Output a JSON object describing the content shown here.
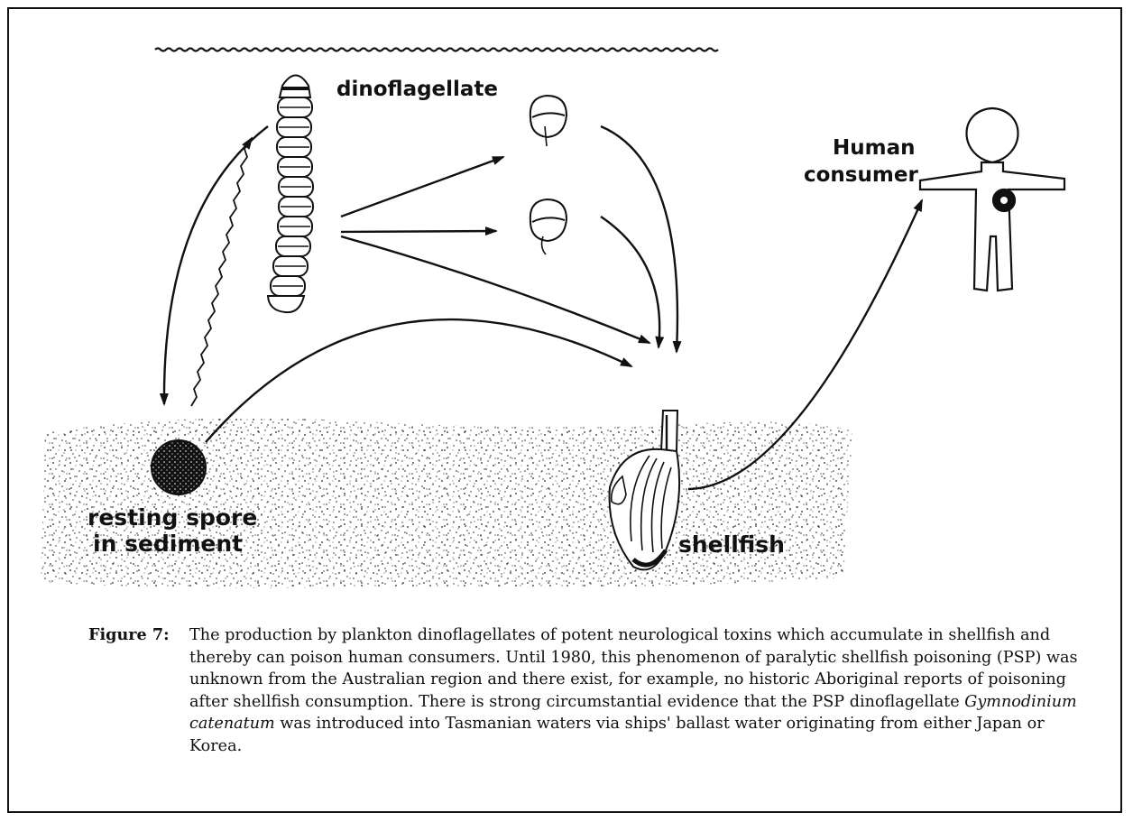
{
  "labels": {
    "dinoflagellate": "dinoflagellate",
    "human_line1": "Human",
    "human_line2": "consumer",
    "spore_line1": "resting spore",
    "spore_line2": "in sediment",
    "shellfish": "shellfish"
  },
  "caption": {
    "figure_label": "Figure 7:",
    "text_before_species": "The production by plankton dinoflagellates of potent neurological toxins which accumulate in shellfish and thereby can poison human consumers. Until 1980, this phenomenon of paralytic shellfish poisoning (PSP) was unknown from the Australian region and there exist, for example, no historic Aboriginal reports of poisoning after shellfish consumption. There is strong circumstantial evidence that the PSP dinoflagellate ",
    "species": "Gymnodinium catenatum",
    "text_after_species": " was introduced into Tasmanian waters via ships' ballast water originating from either Japan or Korea."
  }
}
